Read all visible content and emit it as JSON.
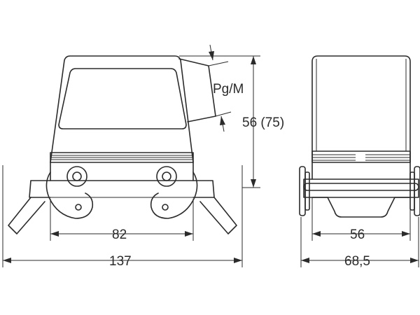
{
  "dimensions": {
    "pg_m": "Pg/M",
    "height": "56 (75)",
    "width_inner": "82",
    "width_total": "137",
    "depth_inner": "56",
    "depth_total": "68,5"
  }
}
